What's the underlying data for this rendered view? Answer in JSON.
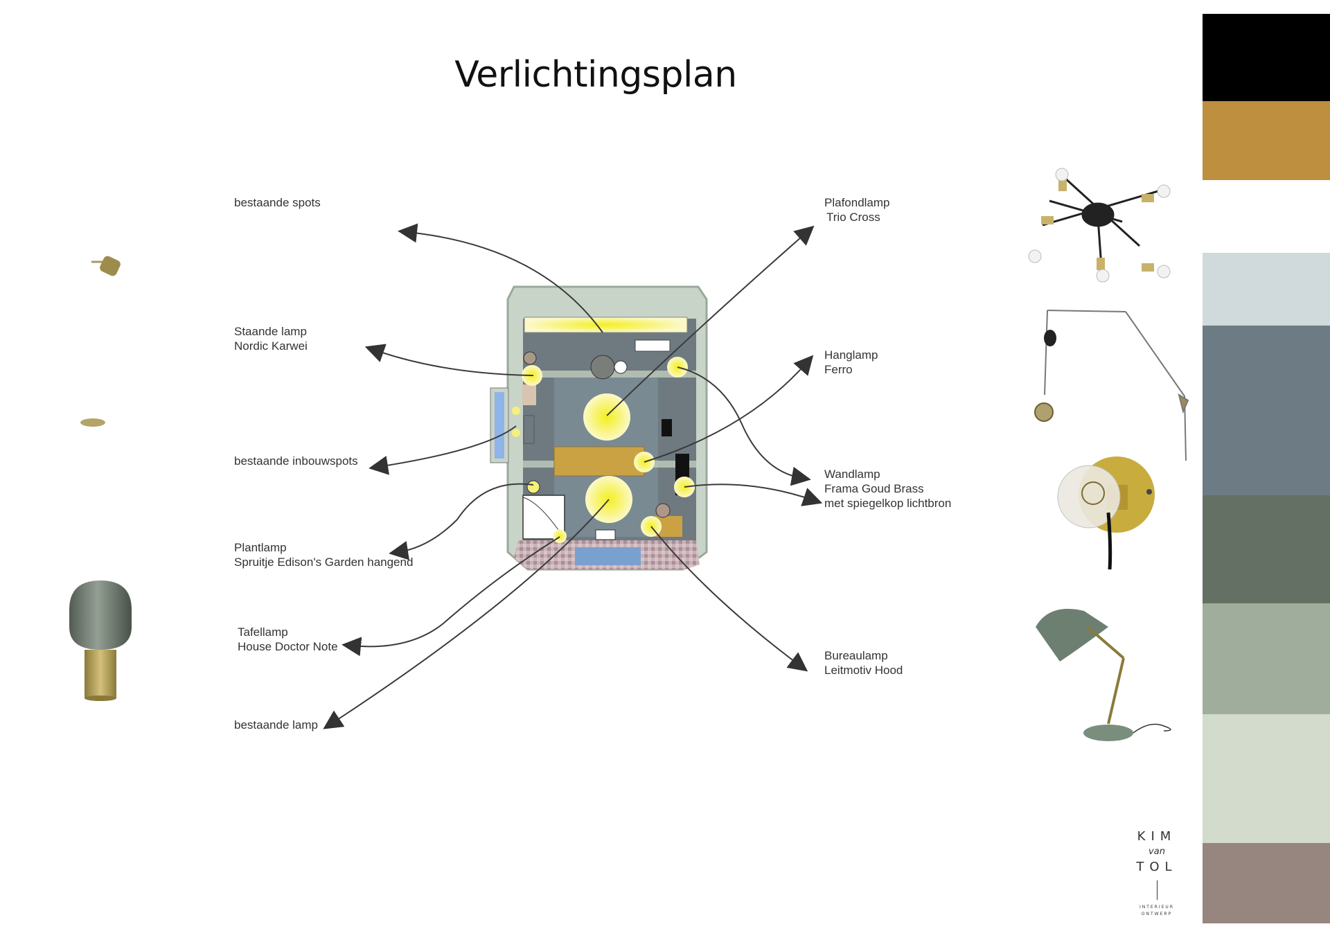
{
  "title": "Verlichtingsplan",
  "labels_left": [
    {
      "lines": [
        "bestaande spots"
      ]
    },
    {
      "lines": [
        "Staande lamp",
        "Nordic Karwei"
      ]
    },
    {
      "lines": [
        "bestaande inbouwspots"
      ]
    },
    {
      "lines": [
        "Plantlamp",
        "Spruitje Edison's Garden hangend"
      ]
    },
    {
      "lines": [
        "Tafellamp",
        "House Doctor Note"
      ]
    },
    {
      "lines": [
        "bestaande lamp"
      ]
    }
  ],
  "labels_right": [
    {
      "lines": [
        "Plafondlamp",
        "Trio Cross"
      ]
    },
    {
      "lines": [
        "Hanglamp",
        "Ferro"
      ]
    },
    {
      "lines": [
        "Wandlamp",
        "Frama Goud Brass",
        "met spiegelkop lichtbron"
      ]
    },
    {
      "lines": [
        "Bureaulamp",
        "Leitmotiv Hood"
      ]
    }
  ],
  "palette": [
    "#000000",
    "#be8f3f",
    "#ffffff",
    "#d0d9db",
    "#6d7c84",
    "#657065",
    "#a0ad9c",
    "#d2dbcc",
    "#978580"
  ],
  "logo": {
    "line1": "KIM",
    "line2": "van",
    "line3": "TOL",
    "tag1": "INTERIEUR",
    "tag2": "ONTWERP"
  }
}
